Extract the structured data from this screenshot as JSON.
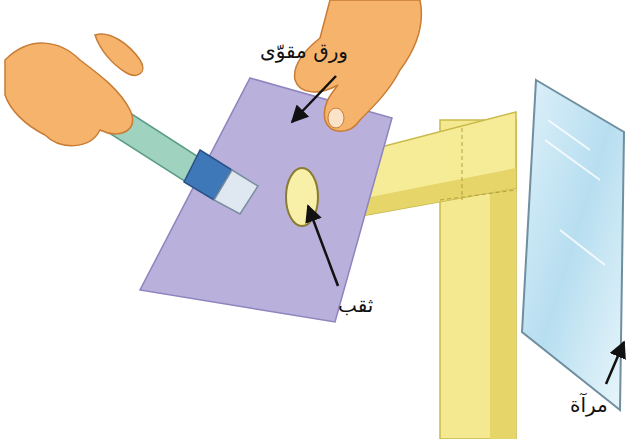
{
  "diagram": {
    "labels": [
      "ورق مقوّى",
      "ثقب",
      "مرآة"
    ]
  }
}
